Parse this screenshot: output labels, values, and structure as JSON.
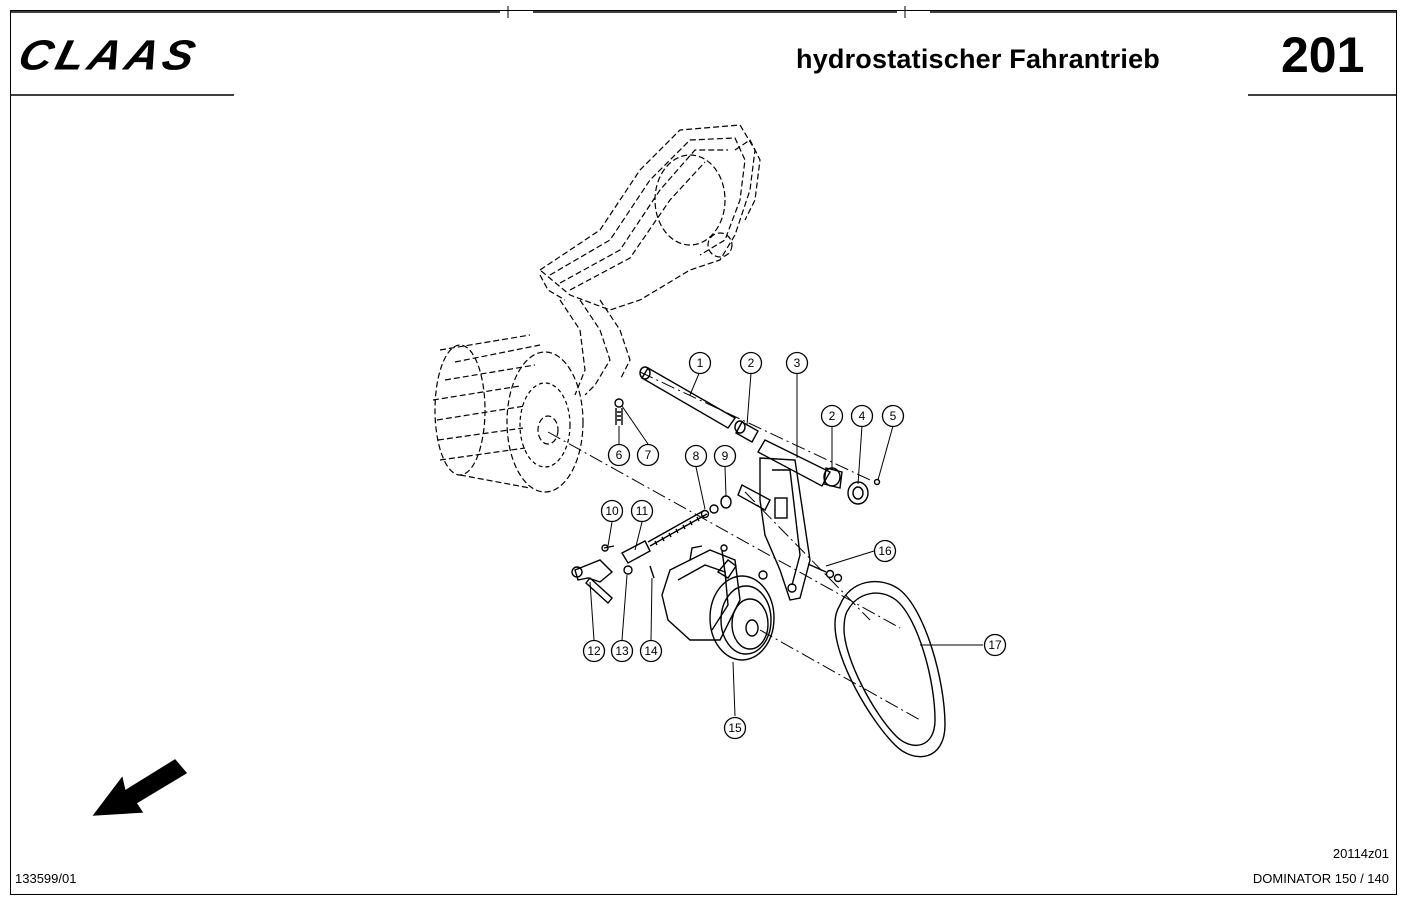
{
  "header": {
    "brand": "CLAAS",
    "title": "hydrostatischer Fahrantrieb",
    "page_number": "201"
  },
  "footer": {
    "document_ref": "133599/01",
    "drawing_id": "20114z01",
    "model": "DOMINATOR 150 / 140"
  },
  "callouts": [
    "1",
    "2",
    "3",
    "2",
    "4",
    "5",
    "6",
    "7",
    "8",
    "9",
    "10",
    "11",
    "12",
    "13",
    "14",
    "15",
    "16",
    "17"
  ]
}
